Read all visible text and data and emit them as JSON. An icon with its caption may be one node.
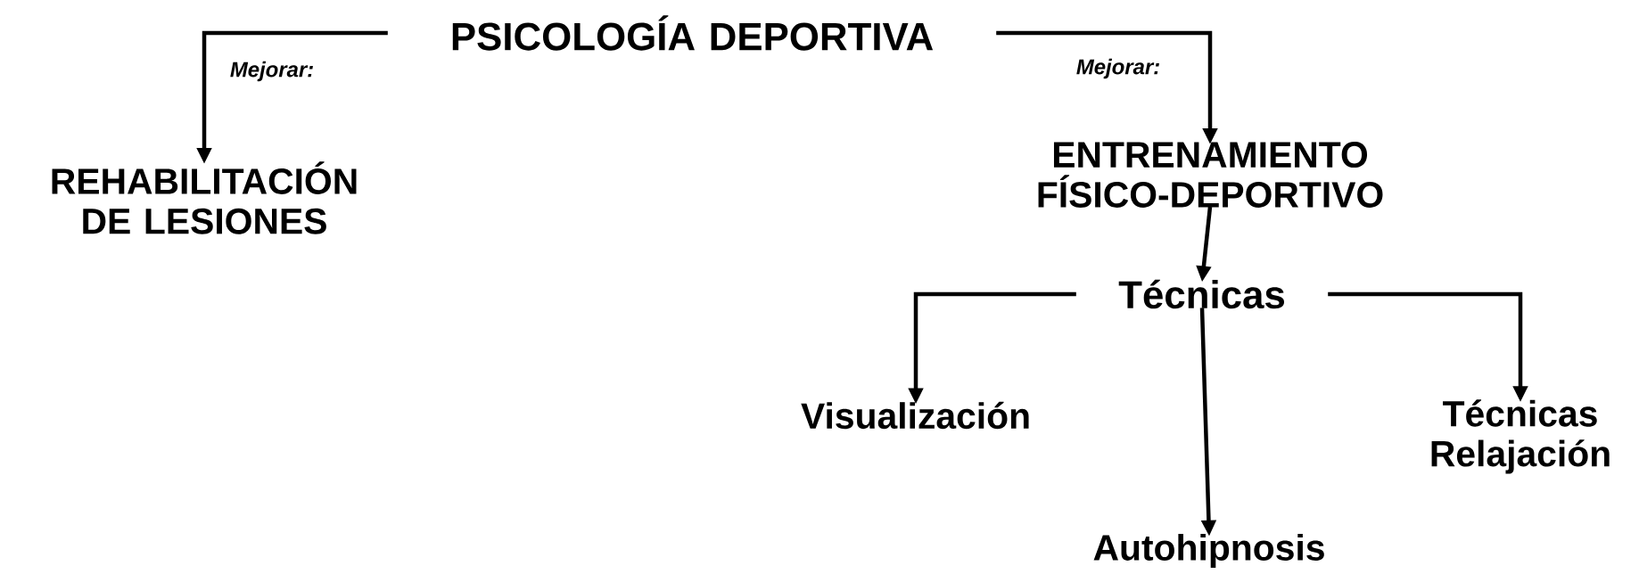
{
  "diagram": {
    "nodes": [
      {
        "text": [
          "PSICOLOGÍA DEPORTIVA"
        ]
      },
      {
        "text": [
          "REHABILITACIÓN DE LESIONES"
        ]
      },
      {
        "text": [
          "ENTRENAMIENTO FÍSICO-DEPORTIVO"
        ]
      },
      {
        "text": [
          "Técnicas"
        ]
      },
      {
        "text": [
          "Visualización"
        ]
      },
      {
        "text": [
          "Autohipnosis"
        ]
      },
      {
        "text": [
          "Técnicas Relajación"
        ]
      }
    ],
    "edges": [
      {
        "from": 0,
        "to": 1,
        "arrow": "to",
        "label": "Mejorar:"
      },
      {
        "from": 0,
        "to": 2,
        "arrow": "to",
        "label": "Mejorar:"
      },
      {
        "from": 2,
        "to": 3,
        "arrow": "to"
      },
      {
        "from": 3,
        "to": 4,
        "arrow": "to"
      },
      {
        "from": 3,
        "to": 5,
        "arrow": "to"
      },
      {
        "from": 3,
        "to": 6,
        "arrow": "to"
      }
    ]
  }
}
